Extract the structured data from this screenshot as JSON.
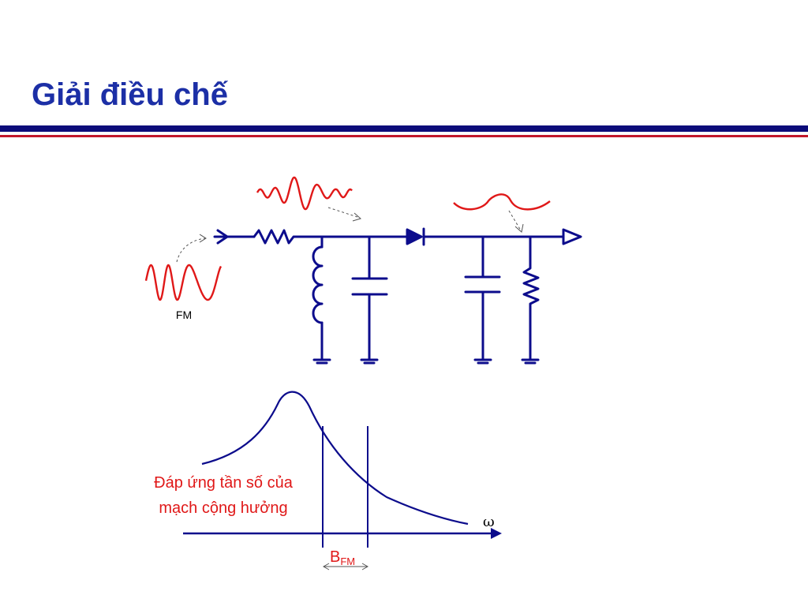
{
  "slide": {
    "title": "Giải điều chế"
  },
  "circuit": {
    "input_signal_label": "FM"
  },
  "response_graph": {
    "curve_label_line1": "Đáp ứng tần số của",
    "curve_label_line2": "mạch cộng hưởng",
    "axis_symbol": "ω",
    "bandwidth_label_main": "B",
    "bandwidth_label_sub": "FM"
  },
  "colors": {
    "title": "#1c2fa6",
    "wire": "#0c0c8c",
    "signal": "#e01818",
    "rule_navy": "#0c0c7a",
    "rule_red": "#c2182b"
  }
}
